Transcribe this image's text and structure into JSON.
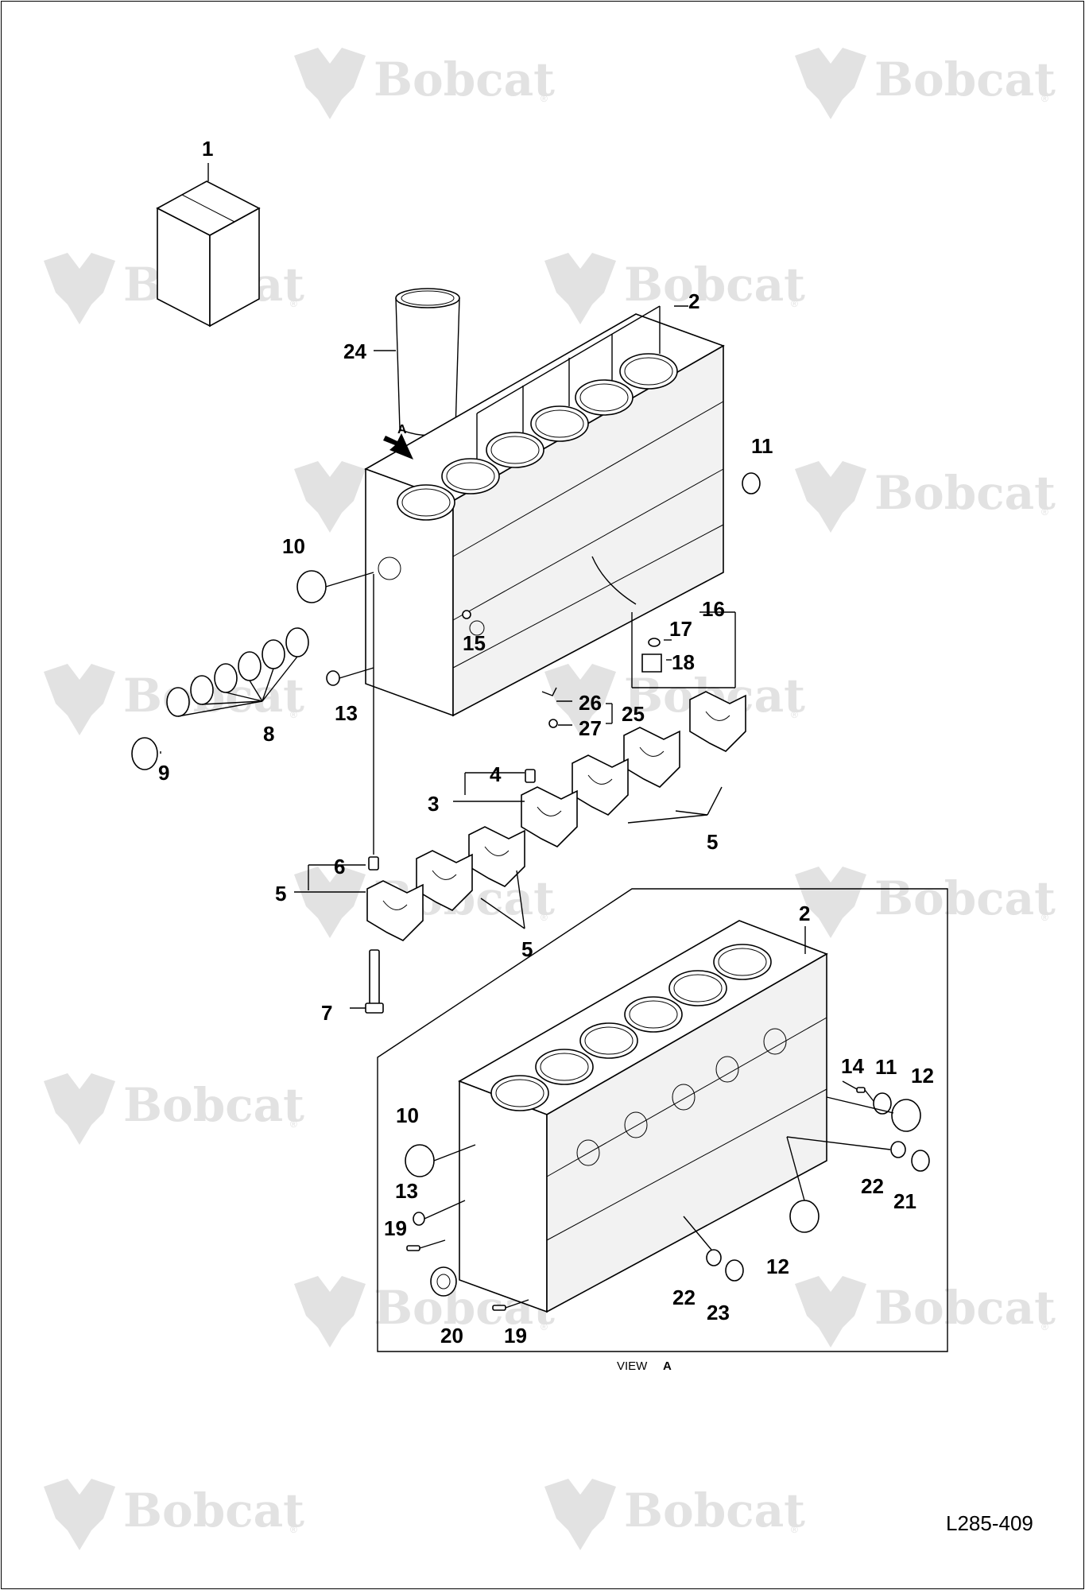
{
  "watermark": {
    "brand": "Bobcat",
    "reg": "®"
  },
  "callouts": {
    "c1": "1",
    "c2a": "2",
    "c2b": "2",
    "c3": "3",
    "c4": "4",
    "c5a": "5",
    "c5b": "5",
    "c5c": "5",
    "c6": "6",
    "c7": "7",
    "c8": "8",
    "c9": "9",
    "c10a": "10",
    "c10b": "10",
    "c11a": "11",
    "c11b": "11",
    "c12a": "12",
    "c12b": "12",
    "c13a": "13",
    "c13b": "13",
    "c14": "14",
    "c15": "15",
    "c16": "16",
    "c17": "17",
    "c18": "18",
    "c19a": "19",
    "c19b": "19",
    "c20": "20",
    "c21": "21",
    "c22a": "22",
    "c22b": "22",
    "c23": "23",
    "c24": "24",
    "c25": "25",
    "c26": "26",
    "c27": "27",
    "arrowA": "A"
  },
  "view_label": {
    "prefix": "VIEW",
    "letter": "A"
  },
  "document_id": "L285-409",
  "colors": {
    "line": "#000000",
    "watermark": "#e2e2e2",
    "background": "#ffffff"
  }
}
